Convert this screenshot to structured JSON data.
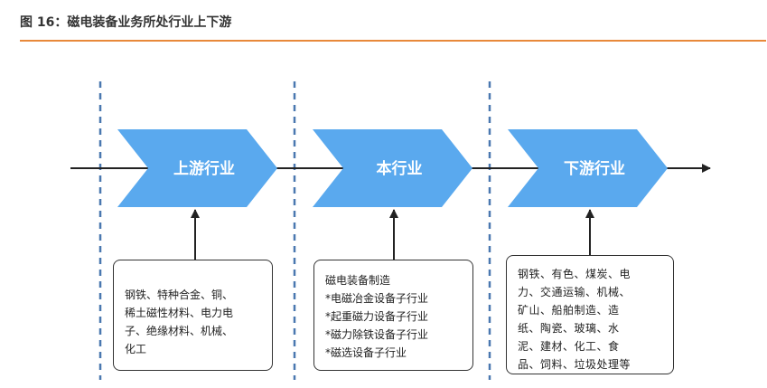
{
  "figure": {
    "title_prefix": "图 16",
    "title_sep": "：",
    "title_text": "磁电装备业务所处行业上下游"
  },
  "stages": [
    {
      "label": "上游行业"
    },
    {
      "label": "本行业"
    },
    {
      "label": "下游行业"
    }
  ],
  "boxes": {
    "upstream": {
      "lines": [
        "钢铁、特种合金、铜、",
        "稀土磁性材料、电力电",
        "子、绝缘材料、机械、",
        "化工"
      ]
    },
    "midstream": {
      "lines": [
        "磁电装备制造",
        "*电磁冶金设备子行业",
        "*起重磁力设备子行业",
        "*磁力除铁设备子行业",
        "*磁选设备子行业"
      ]
    },
    "downstream": {
      "lines": [
        "钢铁、有色、煤炭、电",
        "力、交通运输、机械、",
        "矿山、船舶制造、造",
        "纸、陶瓷、玻璃、水",
        "泥、建材、化工、食",
        "品、饲料、垃圾处理等"
      ]
    }
  },
  "colors": {
    "accent_rule": "#e8893a",
    "chevron_fill": "#5aa9ee",
    "divider": "#4a78b0",
    "line": "#222222"
  }
}
